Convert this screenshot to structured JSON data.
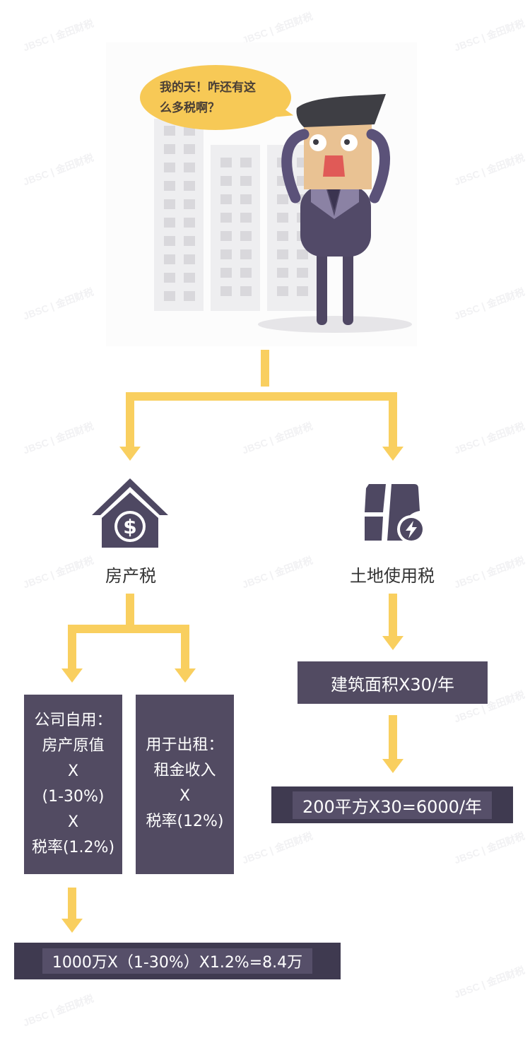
{
  "watermark": "JBSC | 金田财税",
  "colors": {
    "arrow": "#f9cf5f",
    "box": "#524b62",
    "box_dark": "#3f3a50",
    "bubble": "#f7c956",
    "icon": "#4e4862"
  },
  "hero": {
    "speech_bubble": {
      "line1": "我的天！咋还有这",
      "line2": "么多税啊？"
    }
  },
  "branches": [
    {
      "icon": "house-dollar-icon",
      "title": "房产税",
      "sub_branches": [
        {
          "lines": [
            "公司自用：",
            "房产原值",
            "X",
            "(1-30%)",
            "X",
            "税率(1.2%)"
          ]
        },
        {
          "lines": [
            "用于出租：",
            "租金收入",
            "X",
            "税率(12%)"
          ]
        }
      ],
      "example": "1000万X（1-30%）X1.2%=8.4万"
    },
    {
      "icon": "land-map-lightning-icon",
      "title": "土地使用税",
      "formula": "建筑面积X30/年",
      "example": "200平方X30=6000/年"
    }
  ]
}
